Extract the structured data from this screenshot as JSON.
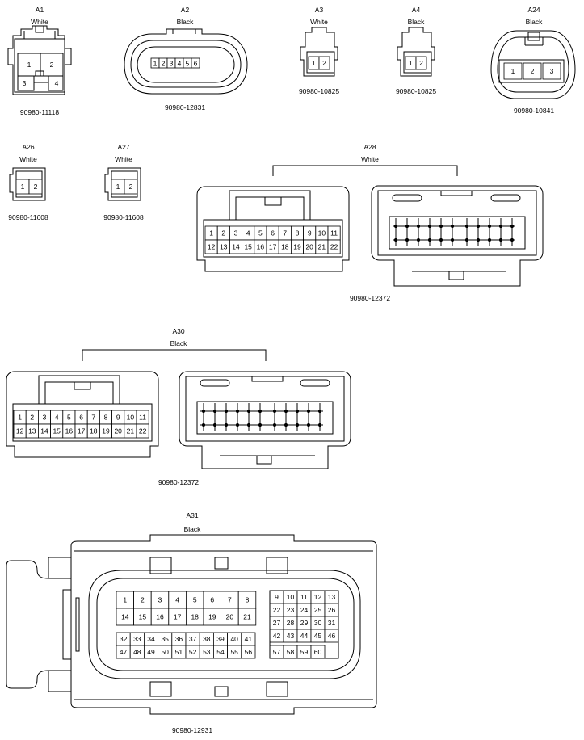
{
  "connectors": {
    "a1": {
      "id": "A1",
      "color": "White",
      "part": "90980-11118",
      "pins": [
        "1",
        "2",
        "3",
        "4"
      ]
    },
    "a2": {
      "id": "A2",
      "color": "Black",
      "part": "90980-12831",
      "pins": [
        "1",
        "2",
        "3",
        "4",
        "5",
        "6"
      ]
    },
    "a3": {
      "id": "A3",
      "color": "White",
      "part": "90980-10825",
      "pins": [
        "1",
        "2"
      ]
    },
    "a4": {
      "id": "A4",
      "color": "Black",
      "part": "90980-10825",
      "pins": [
        "1",
        "2"
      ]
    },
    "a24": {
      "id": "A24",
      "color": "Black",
      "part": "90980-10841",
      "pins": [
        "1",
        "2",
        "3"
      ]
    },
    "a26": {
      "id": "A26",
      "color": "White",
      "part": "90980-11608",
      "pins": [
        "1",
        "2"
      ]
    },
    "a27": {
      "id": "A27",
      "color": "White",
      "part": "90980-11608",
      "pins": [
        "1",
        "2"
      ]
    },
    "a28": {
      "id": "A28",
      "color": "White",
      "part": "90980-12372",
      "pins": [
        "1",
        "2",
        "3",
        "4",
        "5",
        "6",
        "7",
        "8",
        "9",
        "10",
        "11",
        "12",
        "13",
        "14",
        "15",
        "16",
        "17",
        "18",
        "19",
        "20",
        "21",
        "22"
      ]
    },
    "a30": {
      "id": "A30",
      "color": "Black",
      "part": "90980-12372",
      "pins": [
        "1",
        "2",
        "3",
        "4",
        "5",
        "6",
        "7",
        "8",
        "9",
        "10",
        "11",
        "12",
        "13",
        "14",
        "15",
        "16",
        "17",
        "18",
        "19",
        "20",
        "21",
        "22"
      ]
    },
    "a31": {
      "id": "A31",
      "color": "Black",
      "part": "90980-12931",
      "pins": [
        "1",
        "2",
        "3",
        "4",
        "5",
        "6",
        "7",
        "8",
        "9",
        "10",
        "11",
        "12",
        "13",
        "14",
        "15",
        "16",
        "17",
        "18",
        "19",
        "20",
        "21",
        "22",
        "23",
        "24",
        "25",
        "26",
        "27",
        "28",
        "29",
        "30",
        "31",
        "32",
        "33",
        "34",
        "35",
        "36",
        "37",
        "38",
        "39",
        "40",
        "41",
        "42",
        "43",
        "44",
        "45",
        "46",
        "47",
        "48",
        "49",
        "50",
        "51",
        "52",
        "53",
        "54",
        "55",
        "56",
        "57",
        "58",
        "59",
        "60"
      ]
    }
  }
}
